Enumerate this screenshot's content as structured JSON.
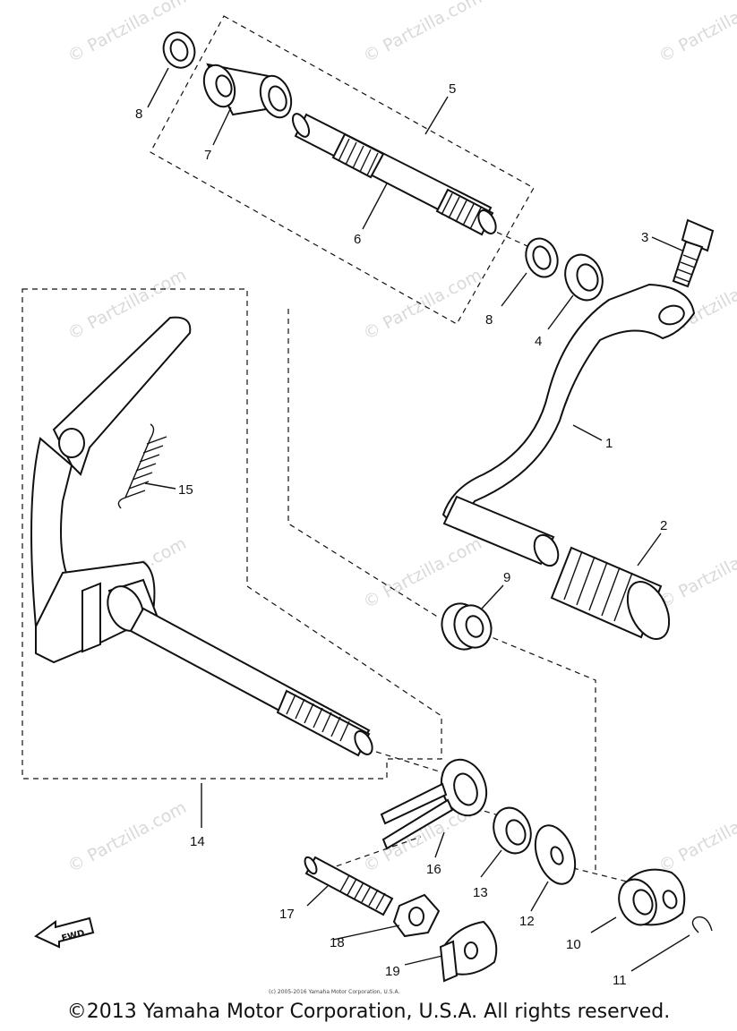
{
  "watermark": "© Partzilla.com",
  "small_copyright": "(c) 2005-2016 Yamaha Motor Corporation, U.S.A.",
  "footer_copyright": "©2013 Yamaha Motor Corporation, U.S.A. All rights reserved.",
  "fwd_label": "FWD",
  "callouts": {
    "c1": "1",
    "c2": "2",
    "c3": "3",
    "c4": "4",
    "c5": "5",
    "c6": "6",
    "c7": "7",
    "c8a": "8",
    "c8b": "8",
    "c9": "9",
    "c10": "10",
    "c11": "11",
    "c12": "12",
    "c13": "13",
    "c14": "14",
    "c15": "15",
    "c16": "16",
    "c17": "17",
    "c18": "18",
    "c19": "19"
  }
}
